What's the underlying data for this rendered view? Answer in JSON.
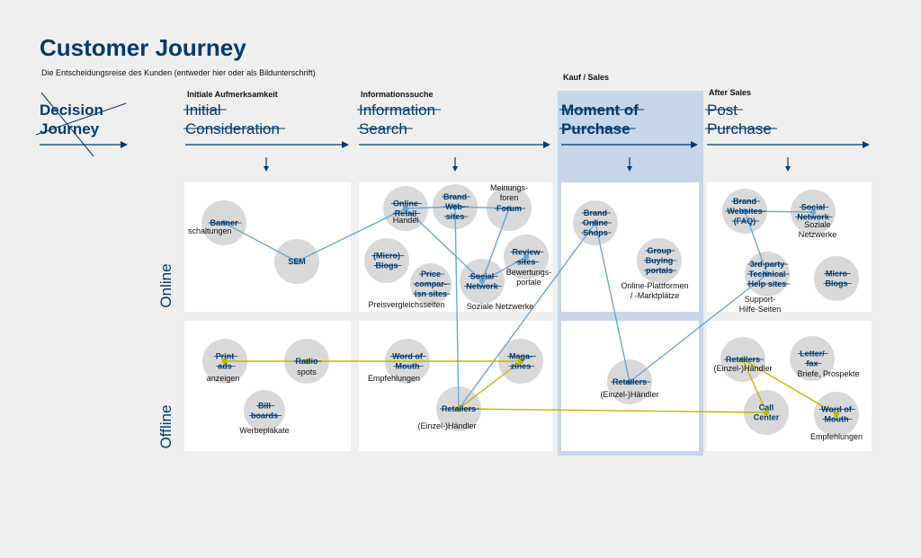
{
  "title": "Customer Journey",
  "subtitle": "Die Entscheidungsreise des Kunden (entweder hier oder als Bildunterschrift)",
  "colors": {
    "heading": "#003b6f",
    "online_line": "#6aa8d8",
    "offline_line": "#c8b400",
    "circle": "#d9d9d9",
    "highlight": "#c7d6e8"
  },
  "decision_journey": [
    "Decision",
    "Journey"
  ],
  "phases": [
    {
      "label": "Initiale Aufmerksamkeit",
      "title": [
        "Initial",
        "Consideration"
      ]
    },
    {
      "label": "Informationssuche",
      "title": [
        "Information",
        "Search"
      ]
    },
    {
      "label": "Kauf / Sales",
      "title": [
        "Moment of",
        "Purchase"
      ]
    },
    {
      "label": "After Sales",
      "title": [
        "Post",
        "Purchase"
      ]
    }
  ],
  "row_labels": [
    "Online",
    "Offline"
  ],
  "nodes": [
    {
      "id": "banner",
      "en": [
        "Banner"
      ],
      "de": [
        "schaltungen"
      ]
    },
    {
      "id": "sem",
      "en": [
        "SEM"
      ],
      "de": []
    },
    {
      "id": "online-retail",
      "en": [
        "Online",
        "Retail"
      ],
      "de": [
        "Handel"
      ]
    },
    {
      "id": "micro-blogs-1",
      "en": [
        "(Micro)",
        "Blogs"
      ],
      "de": []
    },
    {
      "id": "brand-websites-1",
      "en": [
        "Brand",
        "Web-",
        "sites"
      ],
      "de": []
    },
    {
      "id": "forum",
      "en": [
        "Forum"
      ],
      "de": [
        "Meinungs-",
        "foren"
      ]
    },
    {
      "id": "review-sites",
      "en": [
        "Review",
        "sites"
      ],
      "de": [
        "Bewertungs-",
        "portale"
      ]
    },
    {
      "id": "price-comparison",
      "en": [
        "Price",
        "compar-",
        "isn sites"
      ],
      "de": [
        "Preisvergleichsseiten"
      ]
    },
    {
      "id": "social-network-1",
      "en": [
        "Social",
        "Network"
      ],
      "de": [
        "Soziale Netzwerke"
      ]
    },
    {
      "id": "brand-online-shops",
      "en": [
        "Brand",
        "Online",
        "Shops"
      ],
      "de": []
    },
    {
      "id": "group-buying",
      "en": [
        "Group",
        "Buying",
        "portals"
      ],
      "de": [
        "Online-Plattformen",
        "/ -Marktplätze"
      ]
    },
    {
      "id": "brand-websites-faq",
      "en": [
        "Brand",
        "Websites",
        "(FAQ)"
      ],
      "de": []
    },
    {
      "id": "social-network-2",
      "en": [
        "Social",
        "Network"
      ],
      "de": [
        "Soziale",
        "Netzwerke"
      ]
    },
    {
      "id": "tech-help",
      "en": [
        "3rd party",
        "Technical",
        "Help sites"
      ],
      "de": [
        "Support-",
        "Hilfe-Seiten"
      ]
    },
    {
      "id": "micro-blogs-2",
      "en": [
        "Micro",
        "Blogs"
      ],
      "de": []
    },
    {
      "id": "print-ads",
      "en": [
        "Print",
        "ads"
      ],
      "de": [
        "anzeigen"
      ]
    },
    {
      "id": "radio-spots",
      "en": [
        "Radio"
      ],
      "de": [
        "spots"
      ]
    },
    {
      "id": "billboards",
      "en": [
        "Bill",
        "boards"
      ],
      "de": [
        "Werbeplakate"
      ]
    },
    {
      "id": "word-of-mouth-1",
      "en": [
        "Word of",
        "Mouth"
      ],
      "de": [
        "Empfehlungen"
      ]
    },
    {
      "id": "magazines",
      "en": [
        "Maga-",
        "zines"
      ],
      "de": []
    },
    {
      "id": "retailers-1",
      "en": [
        "Retailers"
      ],
      "de": [
        "(Einzel-)Händler"
      ]
    },
    {
      "id": "retailers-2",
      "en": [
        "Retailers"
      ],
      "de": [
        "(Einzel-)Händler"
      ]
    },
    {
      "id": "retailers-3",
      "en": [
        "Retailers"
      ],
      "de": [
        "(Einzel-)Händler"
      ]
    },
    {
      "id": "letter-fax",
      "en": [
        "Letter/",
        "fax"
      ],
      "de": [
        "Briefe, Prospekte"
      ]
    },
    {
      "id": "call-center",
      "en": [
        "Call",
        "Center"
      ],
      "de": []
    },
    {
      "id": "word-of-mouth-2",
      "en": [
        "Word of",
        "Mouth"
      ],
      "de": [
        "Empfehlungen"
      ]
    }
  ],
  "edges_online": [
    [
      "banner",
      "sem"
    ],
    [
      "sem",
      "online-retail"
    ],
    [
      "online-retail",
      "brand-websites-1"
    ],
    [
      "online-retail",
      "social-network-1"
    ],
    [
      "brand-websites-1",
      "forum"
    ],
    [
      "forum",
      "social-network-1"
    ],
    [
      "social-network-1",
      "review-sites"
    ],
    [
      "brand-websites-1",
      "retailers-1"
    ],
    [
      "retailers-1",
      "brand-online-shops"
    ],
    [
      "brand-online-shops",
      "retailers-2"
    ],
    [
      "retailers-2",
      "tech-help"
    ],
    [
      "tech-help",
      "brand-websites-faq"
    ],
    [
      "brand-websites-faq",
      "social-network-2"
    ]
  ],
  "edges_offline": [
    [
      "print-ads",
      "radio-spots"
    ],
    [
      "radio-spots",
      "magazines"
    ],
    [
      "magazines",
      "retailers-1"
    ],
    [
      "retailers-1",
      "call-center"
    ],
    [
      "retailers-3",
      "call-center"
    ],
    [
      "retailers-3",
      "word-of-mouth-2"
    ]
  ]
}
